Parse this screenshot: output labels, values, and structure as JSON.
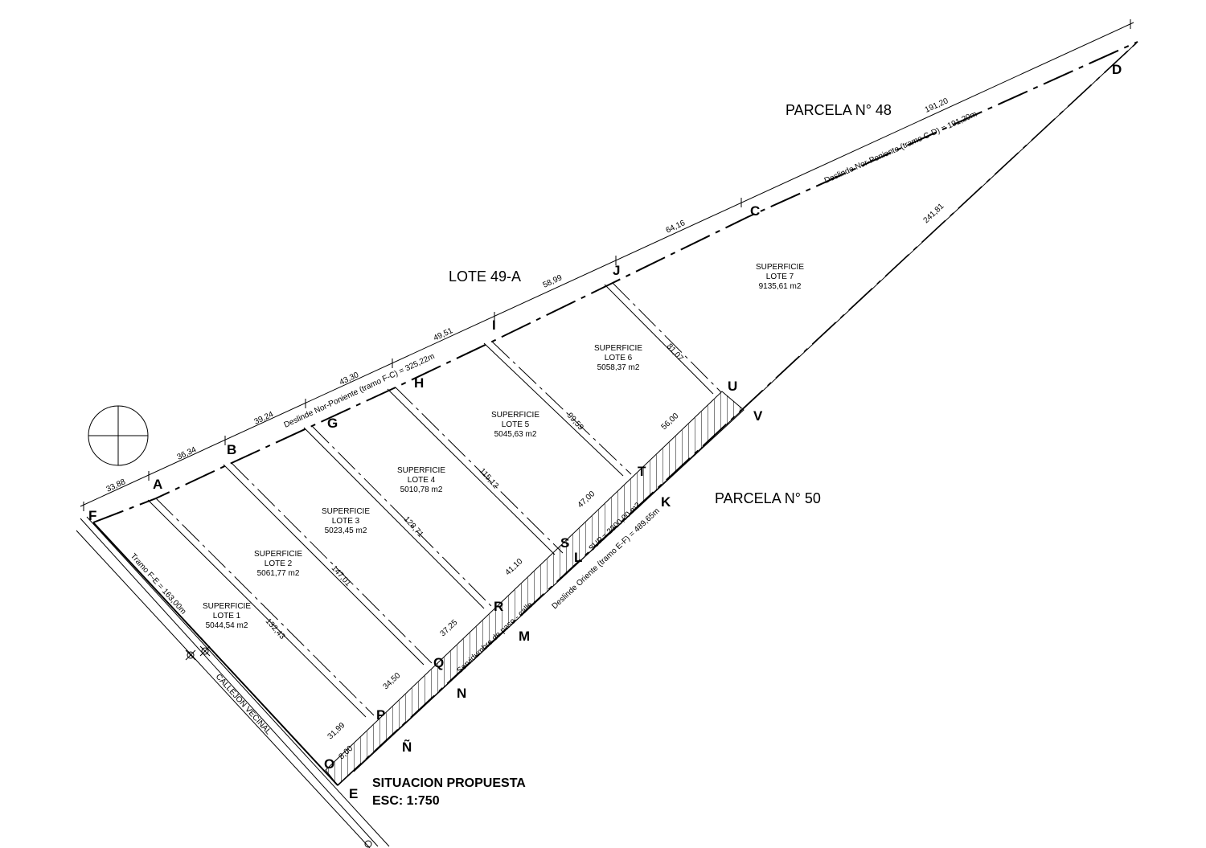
{
  "labels": {
    "parcela48": "PARCELA N° 48",
    "parcela50": "PARCELA N° 50",
    "lote49a": "LOTE 49-A",
    "callejon": "CALLEJON VECINAL",
    "tramo_fe": "Tramo F-E = 163,00m",
    "deslinde_fc": "Deslinde Nor-Poniente (tramo F-C) = 325,22m",
    "deslinde_cd": "Deslinde Nor-Poniente (tramo C-D) = 191,20m",
    "deslinde_ef": "Deslinde Oriente (tramo E-F) = 489,65m",
    "servidumbre": "Servidumbre de paso - calle",
    "sup_servidumbre": "SUP.= 2300,00 m2",
    "title": "SITUACION PROPUESTA",
    "scale": "ESC: 1:750"
  },
  "points": {
    "A": "A",
    "B": "B",
    "C": "C",
    "D": "D",
    "E": "E",
    "F": "F",
    "G": "G",
    "H": "H",
    "I": "I",
    "J": "J",
    "K": "K",
    "L": "L",
    "M": "M",
    "N": "N",
    "NN": "Ñ",
    "O": "O",
    "P": "P",
    "Q": "Q",
    "R": "R",
    "S": "S",
    "T": "T",
    "U": "U",
    "V": "V"
  },
  "lots": [
    {
      "title": "SUPERFICIE",
      "name": "LOTE 1",
      "area": "5044,54 m2"
    },
    {
      "title": "SUPERFICIE",
      "name": "LOTE 2",
      "area": "5061,77 m2"
    },
    {
      "title": "SUPERFICIE",
      "name": "LOTE 3",
      "area": "5023,45 m2"
    },
    {
      "title": "SUPERFICIE",
      "name": "LOTE 4",
      "area": "5010,78 m2"
    },
    {
      "title": "SUPERFICIE",
      "name": "LOTE 5",
      "area": "5045,63 m2"
    },
    {
      "title": "SUPERFICIE",
      "name": "LOTE 6",
      "area": "5058,37 m2"
    },
    {
      "title": "SUPERFICIE",
      "name": "LOTE 7",
      "area": "9135,61 m2"
    }
  ],
  "dims": {
    "top": [
      "33,88",
      "36,34",
      "39,24",
      "43,30",
      "49,51",
      "58,99",
      "64,16",
      "191,20"
    ],
    "bottom": [
      "31,99",
      "34,50",
      "37,25",
      "41,10",
      "47,00",
      "56,00"
    ],
    "divisions": [
      "132,43",
      "147,01",
      "128,71",
      "115,12",
      "99,59",
      "81,07"
    ],
    "east": "241,81",
    "small": "8,00"
  },
  "colors": {
    "ink": "#000000",
    "paper": "#ffffff"
  }
}
